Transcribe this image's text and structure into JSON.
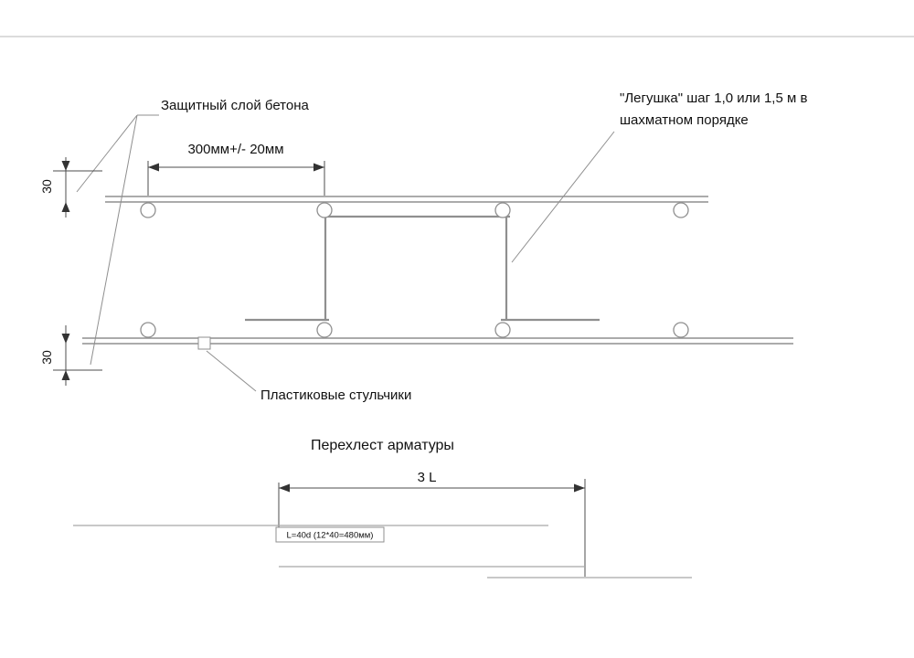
{
  "colors": {
    "bg": "#ffffff",
    "line": "#8f8f8f",
    "line_light": "#a8a8a8",
    "dim": "#4d4d4d",
    "arrow": "#333333",
    "text": "#111111",
    "border": "#b8b8b8"
  },
  "annotations": {
    "protective_layer": "Защитный слой бетона",
    "frog_note_line1": "\"Легушка\" шаг 1,0 или 1,5 м в",
    "frog_note_line2": "шахматном порядке",
    "plastic_chairs": "Пластиковые стульчики"
  },
  "dimensions": {
    "spacing": "300мм+/- 20мм",
    "cover_top": "30",
    "cover_bottom": "30",
    "overlap_length": "3 L",
    "overlap_formula": "L=40d (12*40=480мм)"
  },
  "section_title": {
    "overlap": "Перехлест арматуры"
  }
}
